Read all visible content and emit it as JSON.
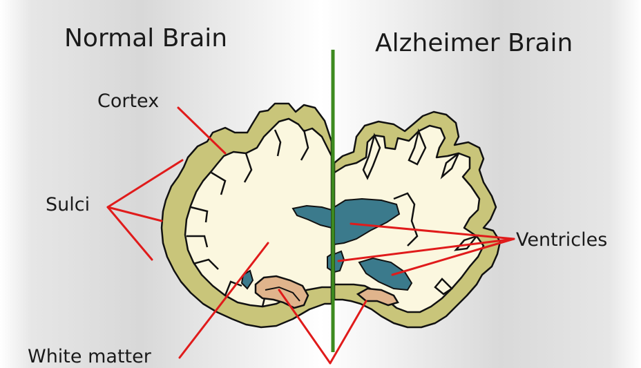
{
  "titles": {
    "left": "Normal Brain",
    "right": "Alzheimer Brain"
  },
  "labels": {
    "cortex": "Cortex",
    "sulci": "Sulci",
    "ventricles": "Ventricles",
    "white_matter": "White matter"
  },
  "colors": {
    "cortex_fill": "#c9c57a",
    "white_matter_fill": "#fbf7df",
    "ventricle_fill": "#3b7a8c",
    "hippocampus_fill": "#e0b48c",
    "pointer_lines": "#e01b1b",
    "divider": "#3d8a1f",
    "outline": "#111111"
  }
}
